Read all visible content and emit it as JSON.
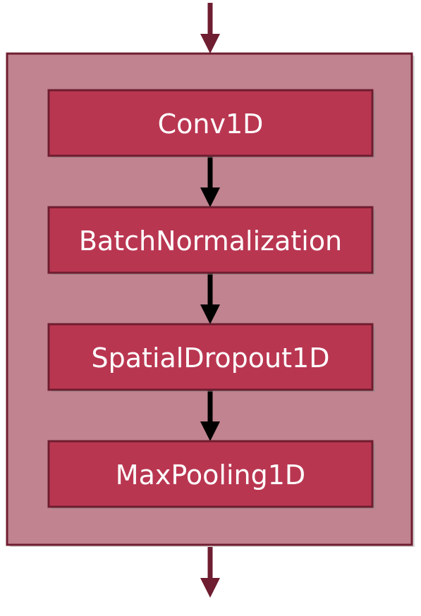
{
  "diagram": {
    "colors": {
      "container_fill": "#c0838f",
      "container_border": "#6f1d30",
      "layer_fill": "#b93651",
      "layer_border": "#6f1d30",
      "inner_arrow": "#000000",
      "outer_arrow": "#6f1d30",
      "label_text": "#ffffff"
    },
    "layers": [
      {
        "label": "Conv1D"
      },
      {
        "label": "BatchNormalization"
      },
      {
        "label": "SpatialDropout1D"
      },
      {
        "label": "MaxPooling1D"
      }
    ]
  }
}
